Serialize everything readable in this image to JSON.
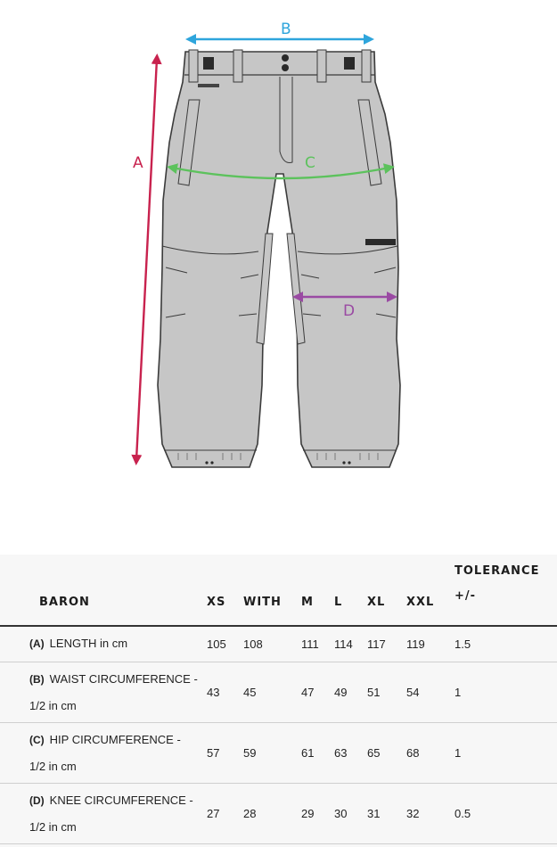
{
  "diagram": {
    "labels": {
      "a": "A",
      "b": "B",
      "c": "C",
      "d": "D"
    },
    "colors": {
      "a": "#c8224e",
      "b": "#2ea5dc",
      "c": "#5cc25c",
      "d": "#9a4aa3",
      "pants_fill": "#c6c6c6",
      "outline": "#3b3b3b"
    }
  },
  "table": {
    "header": {
      "product": "BARON",
      "sizes": [
        "XS",
        "WITH",
        "M",
        "L",
        "XL",
        "XXL"
      ],
      "tolerance_line1": "TOLERANCE",
      "tolerance_line2": "+/-"
    },
    "rows": [
      {
        "code": "(A)",
        "label_line1": "LENGTH in cm",
        "label_line2": "",
        "values": [
          "105",
          "108",
          "111",
          "114",
          "117",
          "119"
        ],
        "tolerance": "1.5"
      },
      {
        "code": "(B)",
        "label_line1": "WAIST CIRCUMFERENCE -",
        "label_line2": "1/2 in cm",
        "values": [
          "43",
          "45",
          "47",
          "49",
          "51",
          "54"
        ],
        "tolerance": "1"
      },
      {
        "code": "(C)",
        "label_line1": "HIP CIRCUMFERENCE -",
        "label_line2": "1/2 in cm",
        "values": [
          "57",
          "59",
          "61",
          "63",
          "65",
          "68"
        ],
        "tolerance": "1"
      },
      {
        "code": "(D)",
        "label_line1": "KNEE CIRCUMFERENCE -",
        "label_line2": "1/2 in cm",
        "values": [
          "27",
          "28",
          "29",
          "30",
          "31",
          "32"
        ],
        "tolerance": "0.5"
      }
    ]
  }
}
